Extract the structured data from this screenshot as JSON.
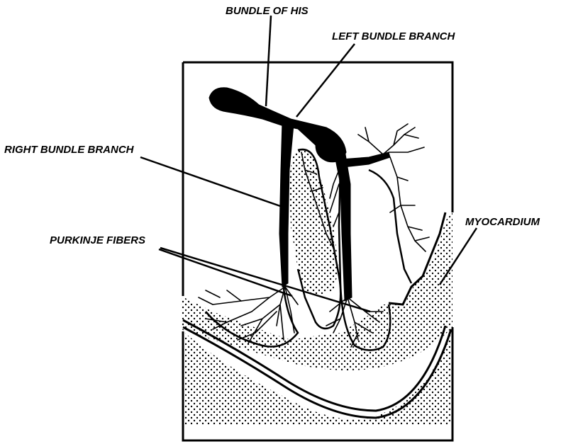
{
  "labels": {
    "bundle_of_his": "BUNDLE OF HIS",
    "left_bundle_branch": "LEFT BUNDLE BRANCH",
    "right_bundle_branch": "RIGHT BUNDLE BRANCH",
    "purkinje_fibers": "PURKINJE FIBERS",
    "myocardium": "MYOCARDIUM"
  },
  "colors": {
    "ink": "#000000",
    "background": "#ffffff",
    "stipple": "#000000"
  }
}
